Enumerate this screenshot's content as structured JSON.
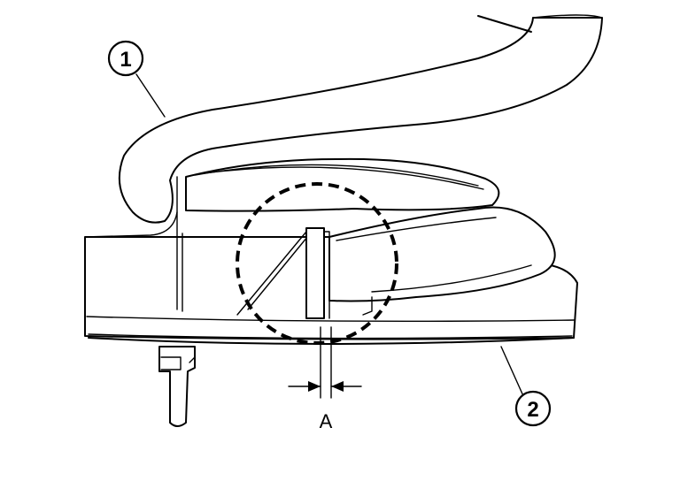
{
  "callouts": [
    {
      "id": "callout-1",
      "label": "1"
    },
    {
      "id": "callout-2",
      "label": "2"
    }
  ],
  "dimension": {
    "label": "A"
  }
}
